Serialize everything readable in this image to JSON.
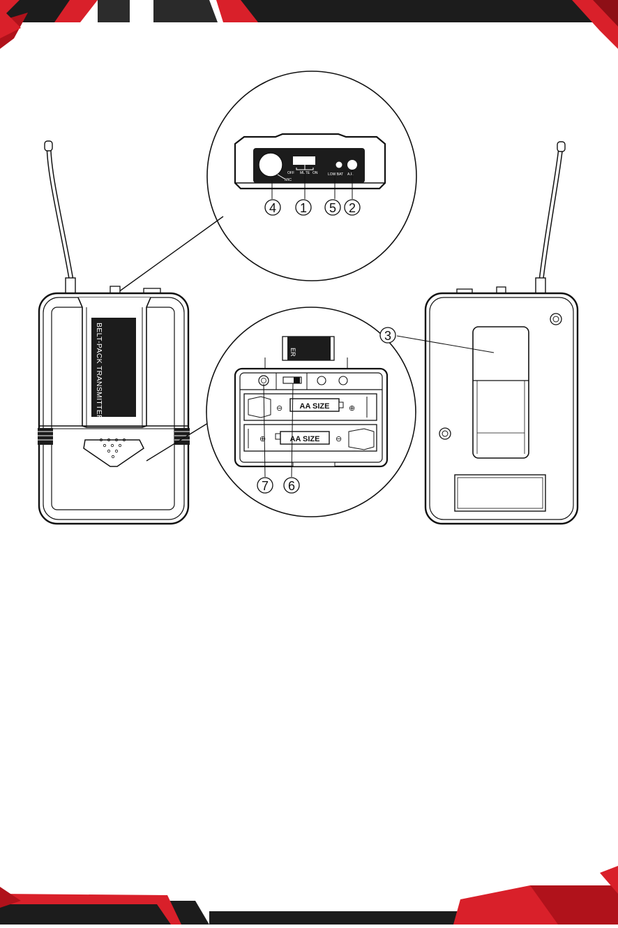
{
  "transmitter": {
    "front_label": "BELT-PACK TRANSMITTER"
  },
  "top_panel": {
    "mic_label": "MIC",
    "switch_off": "OFF",
    "switch_mute": "MUTE",
    "switch_on": "ON",
    "low_bat": "LOW BAT",
    "af_label": "A.F."
  },
  "battery_compartment": {
    "cell_upper": "AA SIZE",
    "cell_lower": "AA SIZE",
    "partial_label": "ER",
    "plus_sign": "⊕",
    "minus_sign": "⊖"
  },
  "callouts": {
    "c1": "1",
    "c2": "2",
    "c3": "3",
    "c4": "4",
    "c5": "5",
    "c6": "6",
    "c7": "7"
  },
  "colors": {
    "brand_red": "#d9202a",
    "dark_band": "#1c1c1c",
    "line": "#111111"
  }
}
